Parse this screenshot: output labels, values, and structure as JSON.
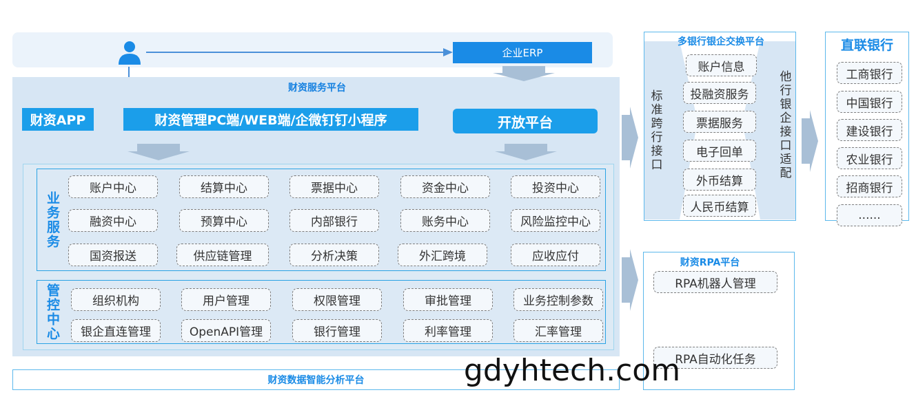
{
  "top": {
    "erp": "企业ERP"
  },
  "platform": {
    "title": "财资服务平台",
    "channels": {
      "app": "财资APP",
      "pc": "财资管理PC端/WEB端/企微钉钉小程序",
      "open": "开放平台"
    }
  },
  "business": {
    "label": "业务服务",
    "rows": [
      [
        "账户中心",
        "结算中心",
        "票据中心",
        "资金中心",
        "投资中心"
      ],
      [
        "融资中心",
        "预算中心",
        "内部银行",
        "账务中心",
        "风险监控中心"
      ],
      [
        "国资报送",
        "供应链管理",
        "分析决策",
        "外汇跨境",
        "应收应付"
      ]
    ]
  },
  "control": {
    "label": "管控中心",
    "rows": [
      [
        "组织机构",
        "用户管理",
        "权限管理",
        "审批管理",
        "业务控制参数"
      ],
      [
        "银企直连管理",
        "OpenAPI管理",
        "银行管理",
        "利率管理",
        "汇率管理"
      ]
    ]
  },
  "multibank": {
    "title": "多银行银企交换平台",
    "left_label": "标准跨行接口",
    "right_label": "他行银企接口适配",
    "items": [
      "账户信息",
      "投融资服务",
      "票据服务",
      "电子回单",
      "外币结算",
      "人民币结算"
    ]
  },
  "direct": {
    "title": "直联银行",
    "banks": [
      "工商银行",
      "中国银行",
      "建设银行",
      "农业银行",
      "招商银行",
      "......"
    ]
  },
  "rpa": {
    "title": "财资RPA平台",
    "items": [
      "RPA机器人管理",
      "RPA自动化任务"
    ]
  },
  "analytics": {
    "title": "财资数据智能分析平台"
  },
  "watermark": "gdyhtech.com",
  "colors": {
    "primary": "#1b9eea",
    "accent": "#1a8be6",
    "panel": "#d7e6f4",
    "arrow": "#a8bfd6"
  }
}
